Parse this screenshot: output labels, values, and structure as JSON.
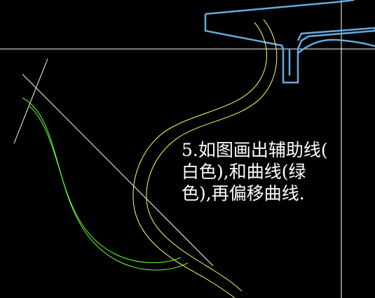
{
  "canvas": {
    "background": "#000000",
    "crosshair_color": "#ffffff",
    "auxiliary_line_color": "#ffffff",
    "offset_curve_color": "#ffff66",
    "reference_curve_color": "#66ff33",
    "part_outline_color": "#66aadd"
  },
  "annotation": {
    "line1": "5.如图画出辅助线(",
    "line2": "白色),和曲线(绿",
    "line3": "色),再偏移曲线."
  }
}
